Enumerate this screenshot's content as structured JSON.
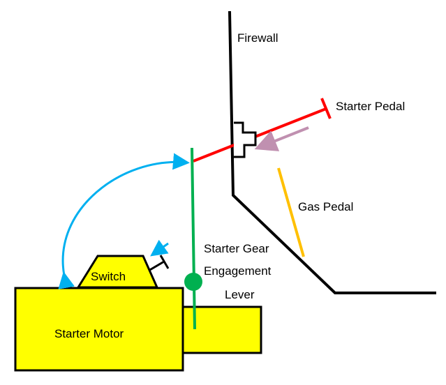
{
  "labels": {
    "firewall": "Firewall",
    "starter_pedal": "Starter Pedal",
    "gas_pedal": "Gas Pedal",
    "lever_line1": "Starter Gear",
    "lever_line2": "Engagement",
    "lever_line3": "Lever",
    "switch": "Switch",
    "starter_motor": "Starter Motor"
  },
  "colors": {
    "motor_fill": "#ffff00",
    "outline": "#000000",
    "pedal_rod": "#ff0000",
    "lever": "#00b050",
    "gas_pedal": "#ffc000",
    "motion_arrows": "#00b0f0",
    "push_arrow": "#c090b0"
  }
}
